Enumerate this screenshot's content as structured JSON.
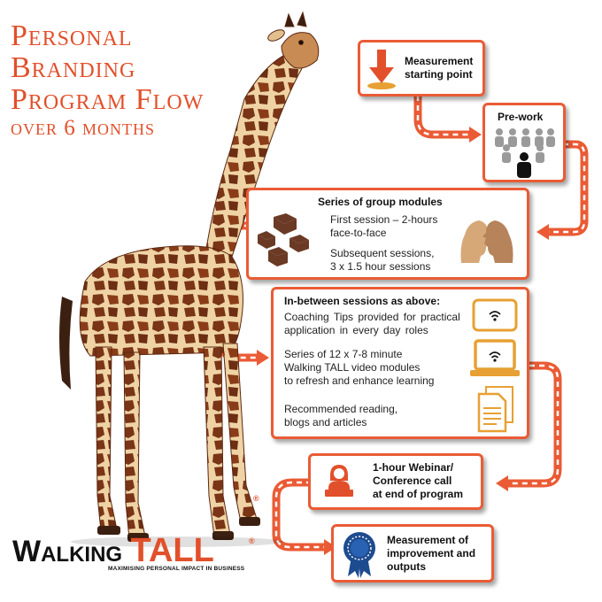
{
  "title": {
    "line1": "Personal",
    "line2": "Branding",
    "line3": "Program Flow",
    "line4": "over 6 months"
  },
  "colors": {
    "accent": "#ea5b35",
    "title": "#e2502b",
    "giraffe_spots": "#7a3416",
    "giraffe_base": "#e9c28a",
    "icon_brown": "#6b3a24",
    "icon_tan": "#d6a878",
    "icon_gold": "#e7a033",
    "badge_blue": "#1d4b8f"
  },
  "steps": {
    "measurement_start": {
      "title": "Measurement\nstarting point",
      "icon": "down-arrow-target-icon"
    },
    "prework": {
      "title": "Pre-work",
      "icon": "audience-people-icon"
    },
    "group_modules": {
      "title": "Series of group modules",
      "line1": "First session – 2-hours\nface-to-face",
      "line2": "Subsequent sessions,\n3 x 1.5 hour sessions",
      "icons": [
        "cubes-icon",
        "faces-profile-icon"
      ]
    },
    "in_between": {
      "title": "In-between sessions as above:",
      "item1": "Coaching Tips provided for practical\napplication in every day roles",
      "item2": "Series of 12 x 7-8 minute\nWalking TALL video modules\nto refresh and enhance learning",
      "item3": "Recommended reading,\nblogs and articles",
      "icons": [
        "tablet-icon",
        "laptop-icon",
        "documents-icon"
      ]
    },
    "webinar": {
      "title": "1-hour Webinar/\nConference call\nat end of program",
      "icon": "webinar-person-icon"
    },
    "measurement_end": {
      "title": "Measurement of\nimprovement and\noutputs",
      "icon": "rosette-badge-icon"
    }
  },
  "logo": {
    "walking": "Walking",
    "tall": "TALL",
    "tagline": "MAXIMISING PERSONAL IMPACT IN BUSINESS",
    "registered": "®"
  }
}
